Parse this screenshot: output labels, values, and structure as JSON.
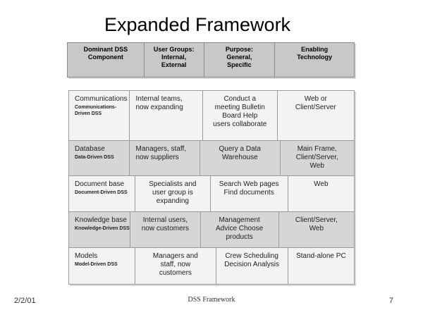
{
  "slide": {
    "title": "Expanded Framework"
  },
  "header": {
    "col1": "Dominant DSS Component",
    "col2": "User Groups: Internal, External",
    "col3": "Purpose: General, Specific",
    "col4": "Enabling Technology"
  },
  "rows": [
    {
      "component": "Communications",
      "subtype": "Communications-Driven DSS",
      "users": "Internal teams, now expanding",
      "purpose": "Conduct a meeting Bulletin Board Help users collaborate",
      "technology": "Web or Client/Server"
    },
    {
      "component": "Database",
      "subtype": "Data-Driven DSS",
      "users": "Managers, staff, now suppliers",
      "purpose": "Query a Data Warehouse",
      "technology": "Main Frame, Client/Server, Web"
    },
    {
      "component": "Document base",
      "subtype": "Document-Driven DSS",
      "users": "Specialists and user group is expanding",
      "purpose": "Search Web pages Find documents",
      "technology": "Web"
    },
    {
      "component": "Knowledge base",
      "subtype": "Knowledge-Driven DSS",
      "users": "Internal users, now customers",
      "purpose": "Management Advice Choose products",
      "technology": "Client/Server, Web"
    },
    {
      "component": "Models",
      "subtype": "Model-Driven DSS",
      "users": "Managers and staff, now customers",
      "purpose": "Crew Scheduling Decision Analysis",
      "technology": "Stand-alone PC"
    }
  ],
  "footer": {
    "date": "2/2/01",
    "title": "DSS Framework",
    "page": "7"
  }
}
